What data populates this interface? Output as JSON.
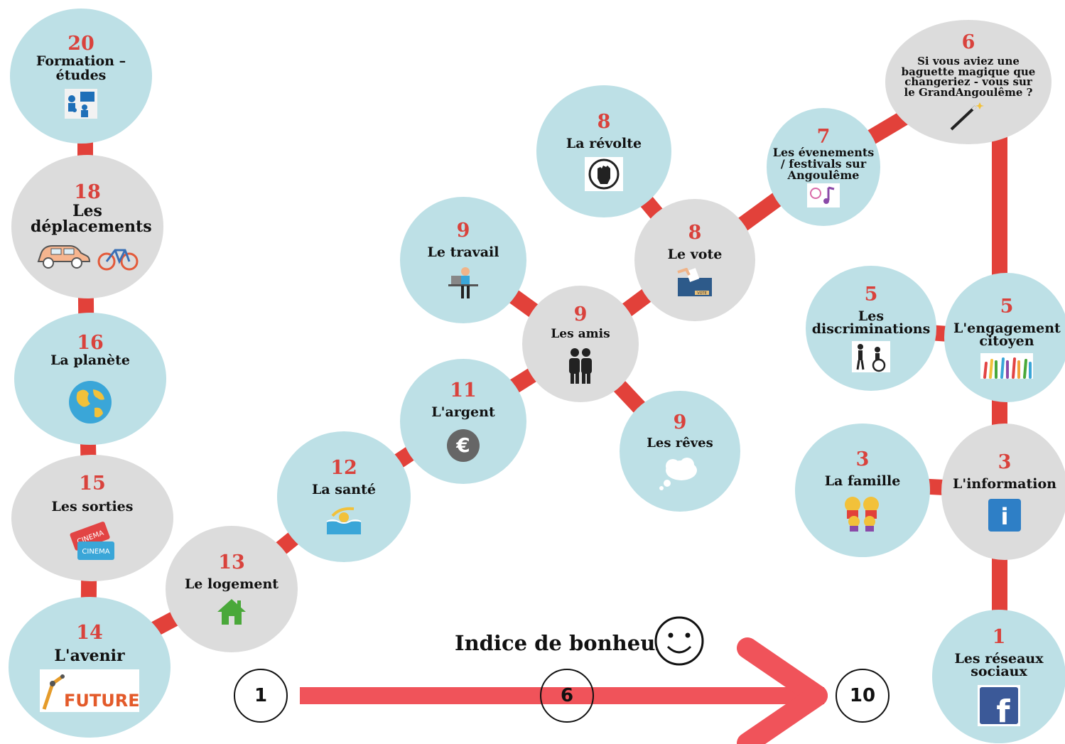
{
  "nodes": [
    {
      "id": "formation",
      "num": "20",
      "label": "Formation – études",
      "icon": "classroom-icon"
    },
    {
      "id": "deplacements",
      "num": "18",
      "label": "Les déplacements",
      "icon": "car-bike-icon"
    },
    {
      "id": "planete",
      "num": "16",
      "label": "La planète",
      "icon": "globe-icon"
    },
    {
      "id": "sorties",
      "num": "15",
      "label": "Les sorties",
      "icon": "cinema-tickets-icon"
    },
    {
      "id": "avenir",
      "num": "14",
      "label": "L'avenir",
      "icon": "future-logo"
    },
    {
      "id": "logement",
      "num": "13",
      "label": "Le logement",
      "icon": "house-icon"
    },
    {
      "id": "sante",
      "num": "12",
      "label": "La santé",
      "icon": "swimmer-icon"
    },
    {
      "id": "argent",
      "num": "11",
      "label": "L'argent",
      "icon": "euro-icon"
    },
    {
      "id": "amis",
      "num": "9",
      "label": "Les amis",
      "icon": "friends-icon"
    },
    {
      "id": "travail",
      "num": "9",
      "label": "Le travail",
      "icon": "worker-icon"
    },
    {
      "id": "reves",
      "num": "9",
      "label": "Les rêves",
      "icon": "thought-cloud-icon"
    },
    {
      "id": "vote",
      "num": "8",
      "label": "Le vote",
      "icon": "ballot-box-icon"
    },
    {
      "id": "revolte",
      "num": "8",
      "label": "La révolte",
      "icon": "raised-fist-icon"
    },
    {
      "id": "evenements",
      "num": "7",
      "label": "Les évenements / festivals sur Angoulême",
      "icon": "music-festival-icon"
    },
    {
      "id": "baguette",
      "num": "6",
      "label": "Si vous aviez une baguette magique que changeriez - vous sur le GrandAngoulême ?",
      "icon": "magic-wand-icon"
    },
    {
      "id": "engagement",
      "num": "5",
      "label": "L'engagement citoyen",
      "icon": "raised-hands-icon"
    },
    {
      "id": "discriminations",
      "num": "5",
      "label": "Les discriminations",
      "icon": "discrimination-icon"
    },
    {
      "id": "information",
      "num": "3",
      "label": "L'information",
      "icon": "info-icon"
    },
    {
      "id": "famille",
      "num": "3",
      "label": "La famille",
      "icon": "family-icon"
    },
    {
      "id": "reseaux",
      "num": "1",
      "label": "Les réseaux sociaux",
      "icon": "facebook-icon"
    }
  ],
  "icon_text": {
    "future": "FUTURE",
    "vote": "VOTE",
    "cinema": "CINEMA",
    "euro": "€",
    "info": "i",
    "facebook": "f"
  },
  "scale": {
    "title": "Indice de bonheur",
    "min": "1",
    "mid": "6",
    "max": "10",
    "icon": "smiley-icon"
  },
  "colors": {
    "blue_node": "#bde0e6",
    "grey_node": "#dcdcdc",
    "number_red": "#d9423c",
    "link_red": "#e2413a",
    "arrow_red": "#f0535a"
  }
}
